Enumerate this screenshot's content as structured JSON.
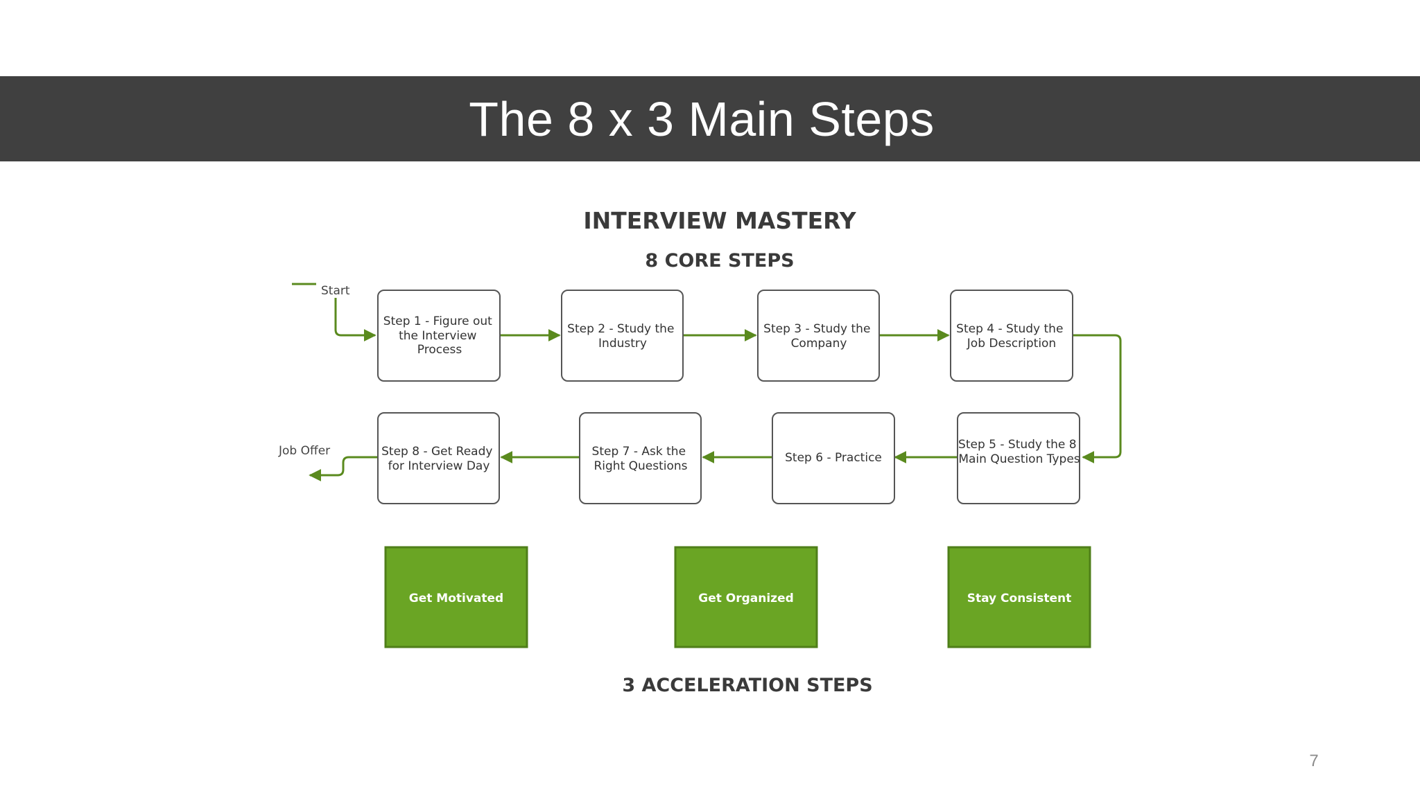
{
  "slide": {
    "title": "The 8 x 3 Main Steps",
    "page_number": "7"
  },
  "diagram": {
    "heading": "INTERVIEW MASTERY",
    "core_heading": "8 CORE STEPS",
    "acceleration_heading": "3 ACCELERATION STEPS",
    "start_label": "Start",
    "end_label": "Job Offer",
    "steps": [
      {
        "lines": [
          "Step 1 - Figure out",
          "the Interview",
          "Process"
        ]
      },
      {
        "lines": [
          "Step 2 - Study the",
          "Industry"
        ]
      },
      {
        "lines": [
          "Step 3 - Study the",
          "Company"
        ]
      },
      {
        "lines": [
          "Step 4 - Study the",
          "Job Description"
        ]
      },
      {
        "lines": [
          "Step 5 - Study the 8",
          "Main Question Types"
        ]
      },
      {
        "lines": [
          "Step 6 - Practice"
        ]
      },
      {
        "lines": [
          "Step 7 - Ask the",
          "Right Questions"
        ]
      },
      {
        "lines": [
          "Step 8 - Get Ready",
          "for Interview Day"
        ]
      }
    ],
    "acceleration_steps": [
      "Get Motivated",
      "Get Organized",
      "Stay Consistent"
    ],
    "colors": {
      "arrow": "#5a8a1e",
      "accel_fill": "#6aa524",
      "accel_border": "#4f7f19",
      "box_border": "#555555",
      "heading": "#3a3a3a"
    }
  }
}
